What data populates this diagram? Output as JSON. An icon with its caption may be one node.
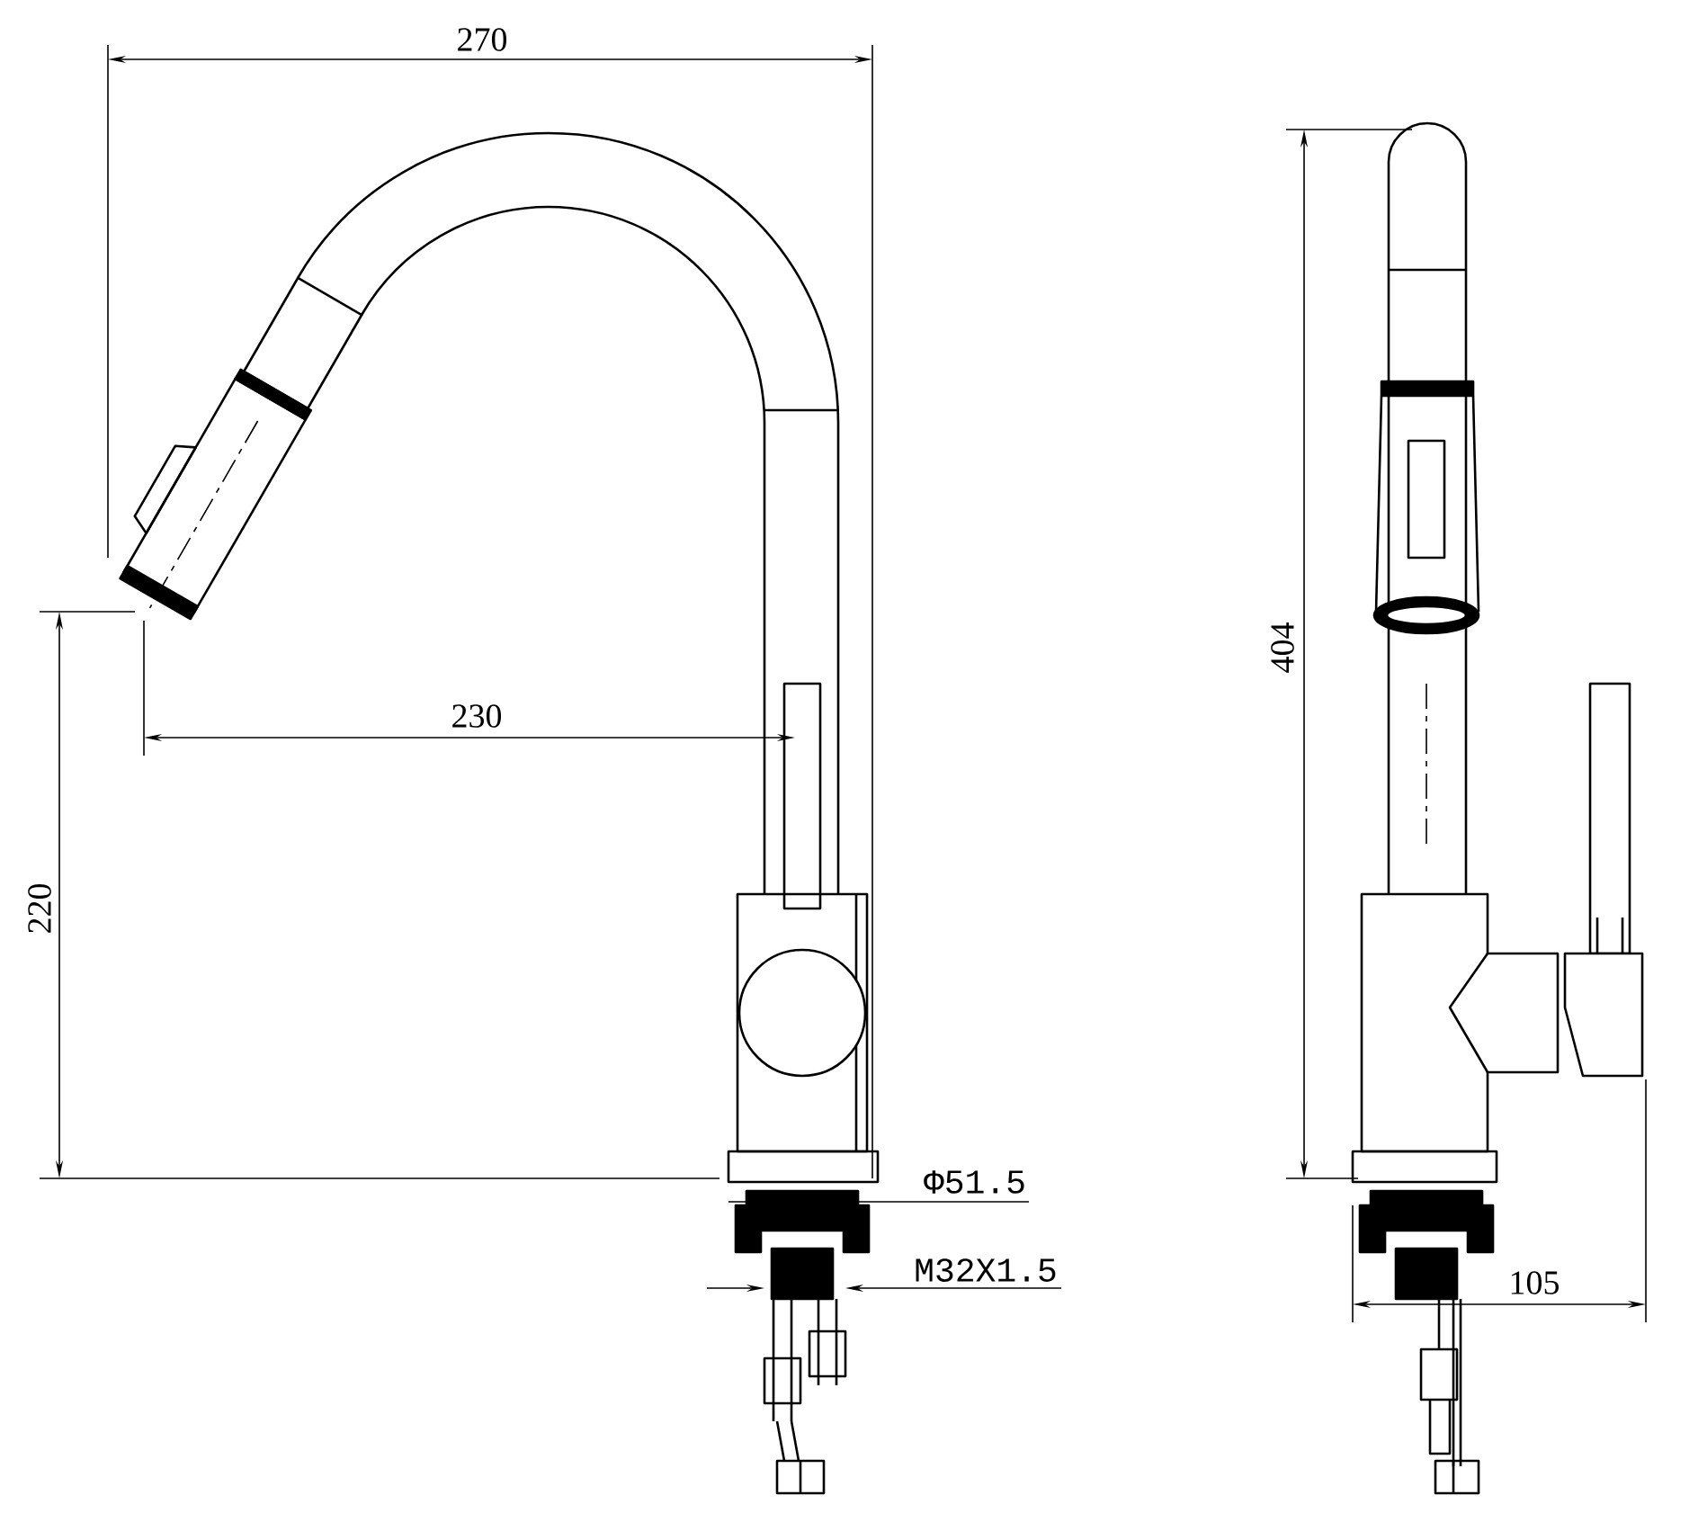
{
  "diagram": {
    "labels": [
      "270",
      "404",
      "230",
      "220",
      "Φ51.5",
      "M32X1.5",
      "105"
    ]
  }
}
